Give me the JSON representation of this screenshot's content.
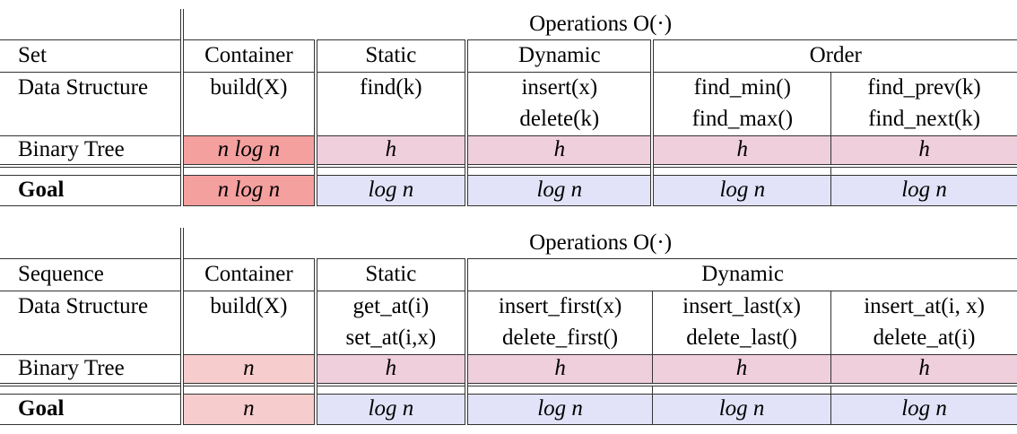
{
  "set_table": {
    "header": {
      "operations": "Operations O(·)"
    },
    "left_label": [
      "Set",
      "Data Structure"
    ],
    "groups": [
      "Container",
      "Static",
      "Dynamic",
      "Order"
    ],
    "ops_row1": [
      "build(X)",
      "find(k)",
      "insert(x)",
      "find_min()",
      "find_prev(k)"
    ],
    "ops_row2": [
      "",
      "",
      "delete(k)",
      "find_max()",
      "find_next(k)"
    ],
    "binary_tree": {
      "label": "Binary Tree",
      "values": [
        "n log n",
        "h",
        "h",
        "h",
        "h"
      ]
    },
    "goal": {
      "label": "Goal",
      "values": [
        "n log n",
        "log n",
        "log n",
        "log n",
        "log n"
      ]
    }
  },
  "seq_table": {
    "header": {
      "operations": "Operations O(·)"
    },
    "left_label": [
      "Sequence",
      "Data Structure"
    ],
    "groups": [
      "Container",
      "Static",
      "Dynamic"
    ],
    "ops_row1": [
      "build(X)",
      "get_at(i)",
      "insert_first(x)",
      "insert_last(x)",
      "insert_at(i, x)"
    ],
    "ops_row2": [
      "",
      "set_at(i,x)",
      "delete_first()",
      "delete_last()",
      "delete_at(i)"
    ],
    "binary_tree": {
      "label": "Binary Tree",
      "values": [
        "n",
        "h",
        "h",
        "h",
        "h"
      ]
    },
    "goal": {
      "label": "Goal",
      "values": [
        "n",
        "log n",
        "log n",
        "log n",
        "log n"
      ]
    }
  },
  "colors": {
    "red_strong": "#f4a09e",
    "red_light": "#f7cccc",
    "pink": "#efcfdb",
    "blue": "#e2e3f8"
  }
}
